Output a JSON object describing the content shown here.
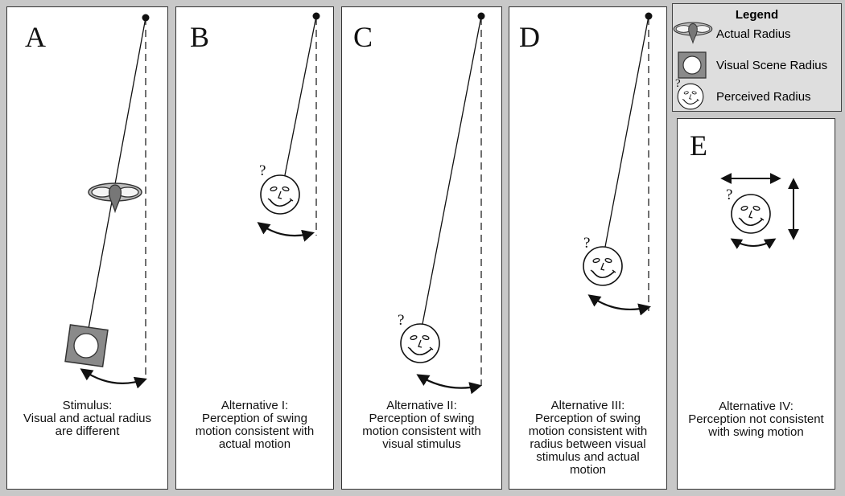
{
  "panels": [
    {
      "letter": "A",
      "caption": [
        "Stimulus:",
        "Visual and actual radius",
        "are different"
      ]
    },
    {
      "letter": "B",
      "caption": [
        "Alternative I:",
        "Perception of swing",
        "motion consistent with",
        "actual motion"
      ]
    },
    {
      "letter": "C",
      "caption": [
        "Alternative II:",
        "Perception of swing",
        "motion consistent with",
        "visual stimulus"
      ]
    },
    {
      "letter": "D",
      "caption": [
        "Alternative III:",
        "Perception of swing",
        "motion consistent with",
        "radius between visual",
        "stimulus and actual",
        "motion"
      ]
    },
    {
      "letter": "E",
      "caption": [
        "Alternative IV:",
        "Perception not consistent",
        "with swing motion"
      ]
    }
  ],
  "legend": {
    "title": "Legend",
    "items": [
      "Actual Radius",
      "Visual Scene Radius",
      "Perceived Radius"
    ]
  },
  "question_mark": "?",
  "colors": {
    "background": "#c8c8c8",
    "panel": "#ffffff",
    "legend_bg": "#dedede",
    "ink": "#111111",
    "icon_gray": "#888888"
  }
}
